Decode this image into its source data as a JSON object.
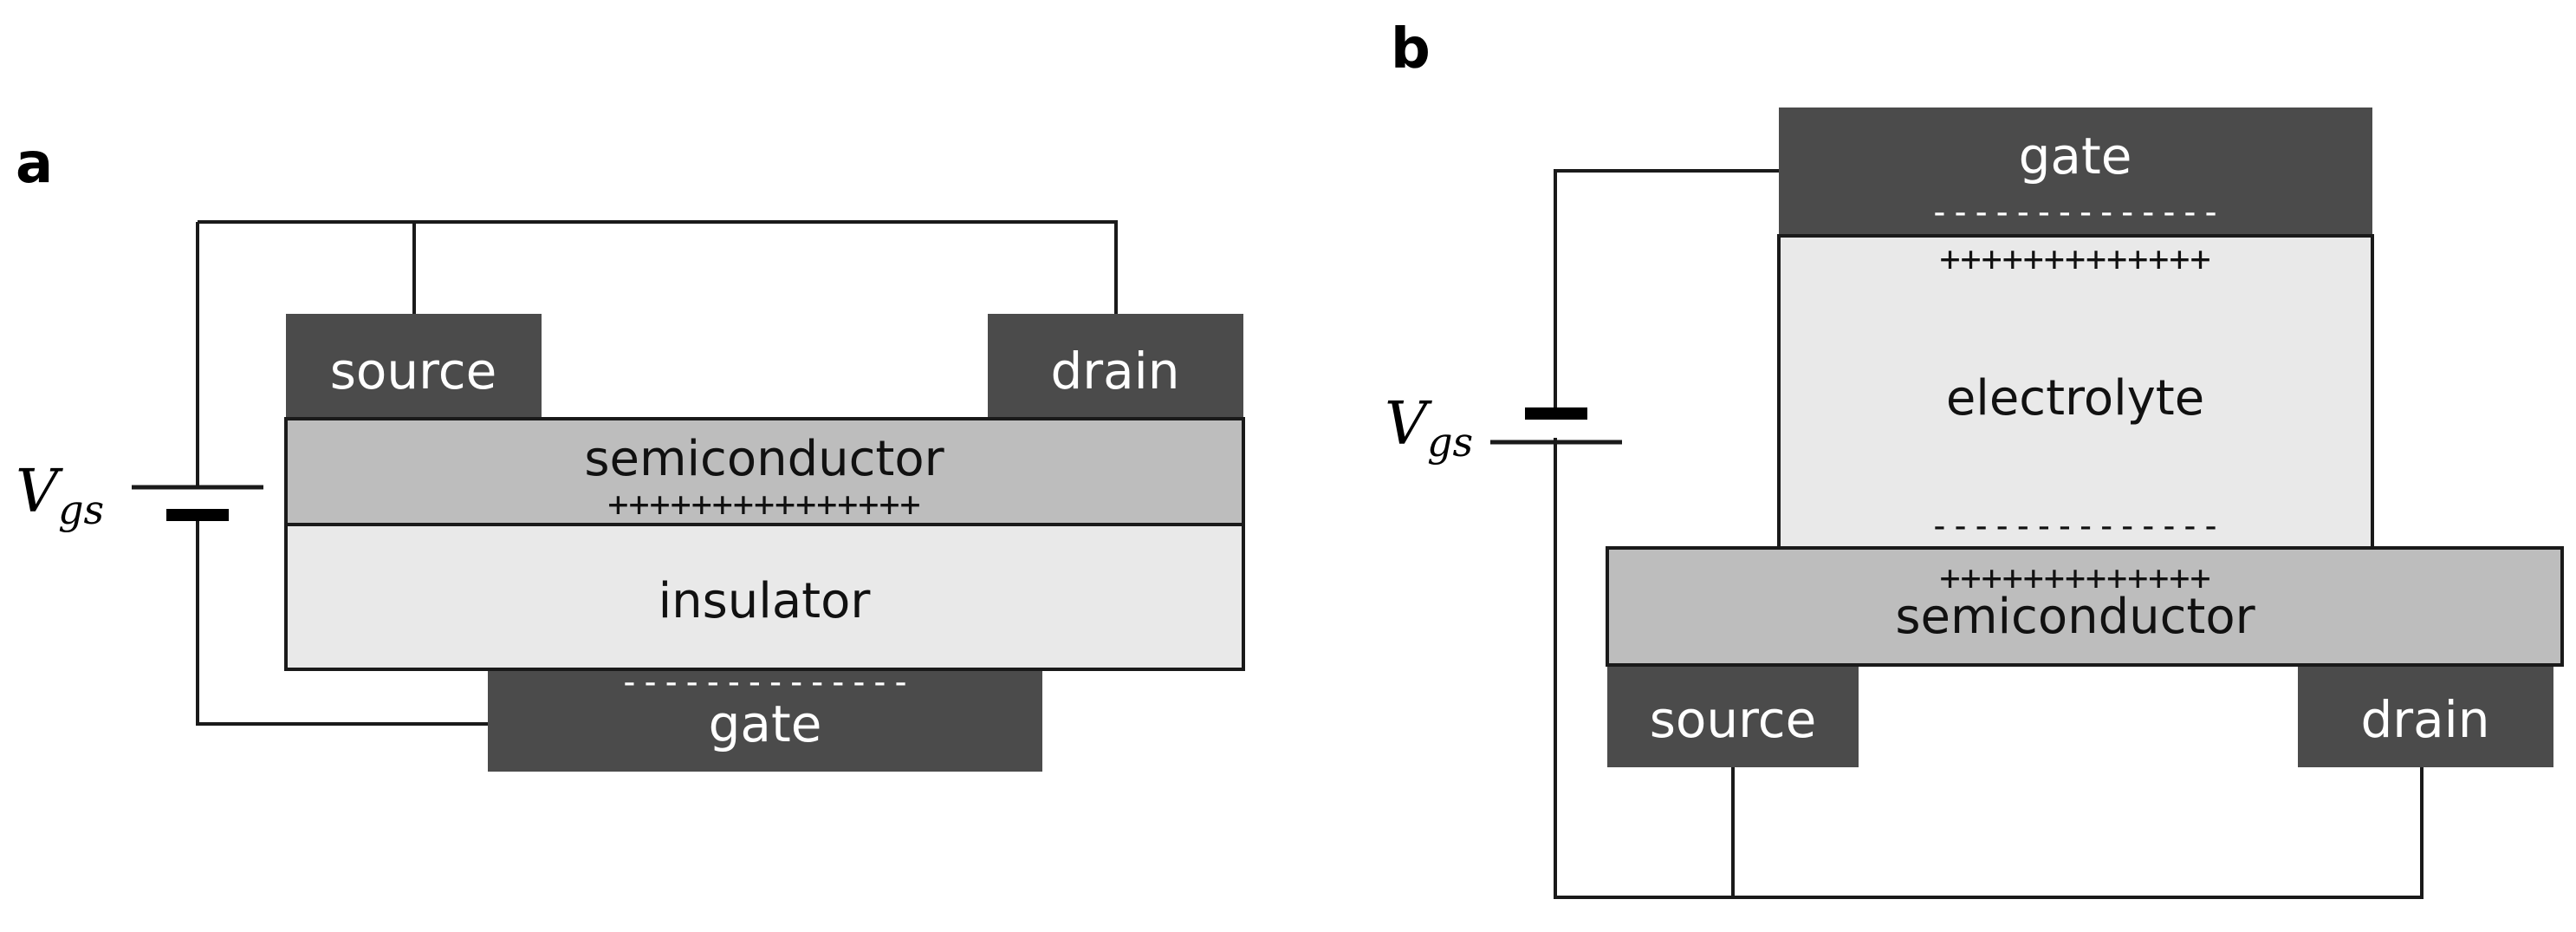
{
  "panel_a": {
    "label": "a",
    "source": "source",
    "drain": "drain",
    "semiconductor": "semiconductor",
    "insulator": "insulator",
    "gate": "gate",
    "plus_charges": "+++++++++++++++",
    "minus_charges": "--------------",
    "voltage_main": "V",
    "voltage_sub": "gs"
  },
  "panel_b": {
    "label": "b",
    "gate": "gate",
    "electrolyte": "electrolyte",
    "semiconductor": "semiconductor",
    "source": "source",
    "drain": "drain",
    "gate_minus": "--------------",
    "electrolyte_plus": "+++++++++++++",
    "electrolyte_minus": "--------------",
    "semi_plus": "+++++++++++++",
    "voltage_main": "V",
    "voltage_sub": "gs"
  }
}
